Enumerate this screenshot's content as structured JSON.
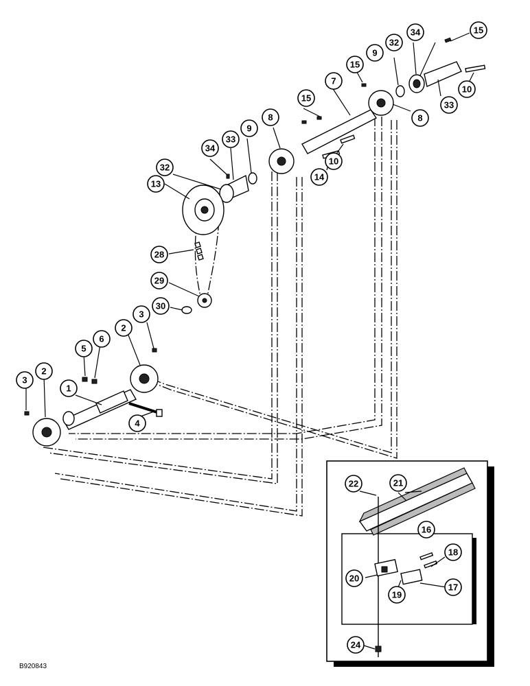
{
  "figure_id": "B920843",
  "callouts": [
    {
      "n": "15"
    },
    {
      "n": "34"
    },
    {
      "n": "32"
    },
    {
      "n": "9"
    },
    {
      "n": "15"
    },
    {
      "n": "10"
    },
    {
      "n": "33"
    },
    {
      "n": "7"
    },
    {
      "n": "8"
    },
    {
      "n": "15"
    },
    {
      "n": "8"
    },
    {
      "n": "9"
    },
    {
      "n": "33"
    },
    {
      "n": "34"
    },
    {
      "n": "10"
    },
    {
      "n": "32"
    },
    {
      "n": "14"
    },
    {
      "n": "13"
    },
    {
      "n": "28"
    },
    {
      "n": "29"
    },
    {
      "n": "30"
    },
    {
      "n": "2"
    },
    {
      "n": "3"
    },
    {
      "n": "5"
    },
    {
      "n": "6"
    },
    {
      "n": "3"
    },
    {
      "n": "2"
    },
    {
      "n": "1"
    },
    {
      "n": "4"
    },
    {
      "n": "22"
    },
    {
      "n": "21"
    },
    {
      "n": "16"
    },
    {
      "n": "20"
    },
    {
      "n": "18"
    },
    {
      "n": "17"
    },
    {
      "n": "19"
    },
    {
      "n": "24"
    }
  ]
}
